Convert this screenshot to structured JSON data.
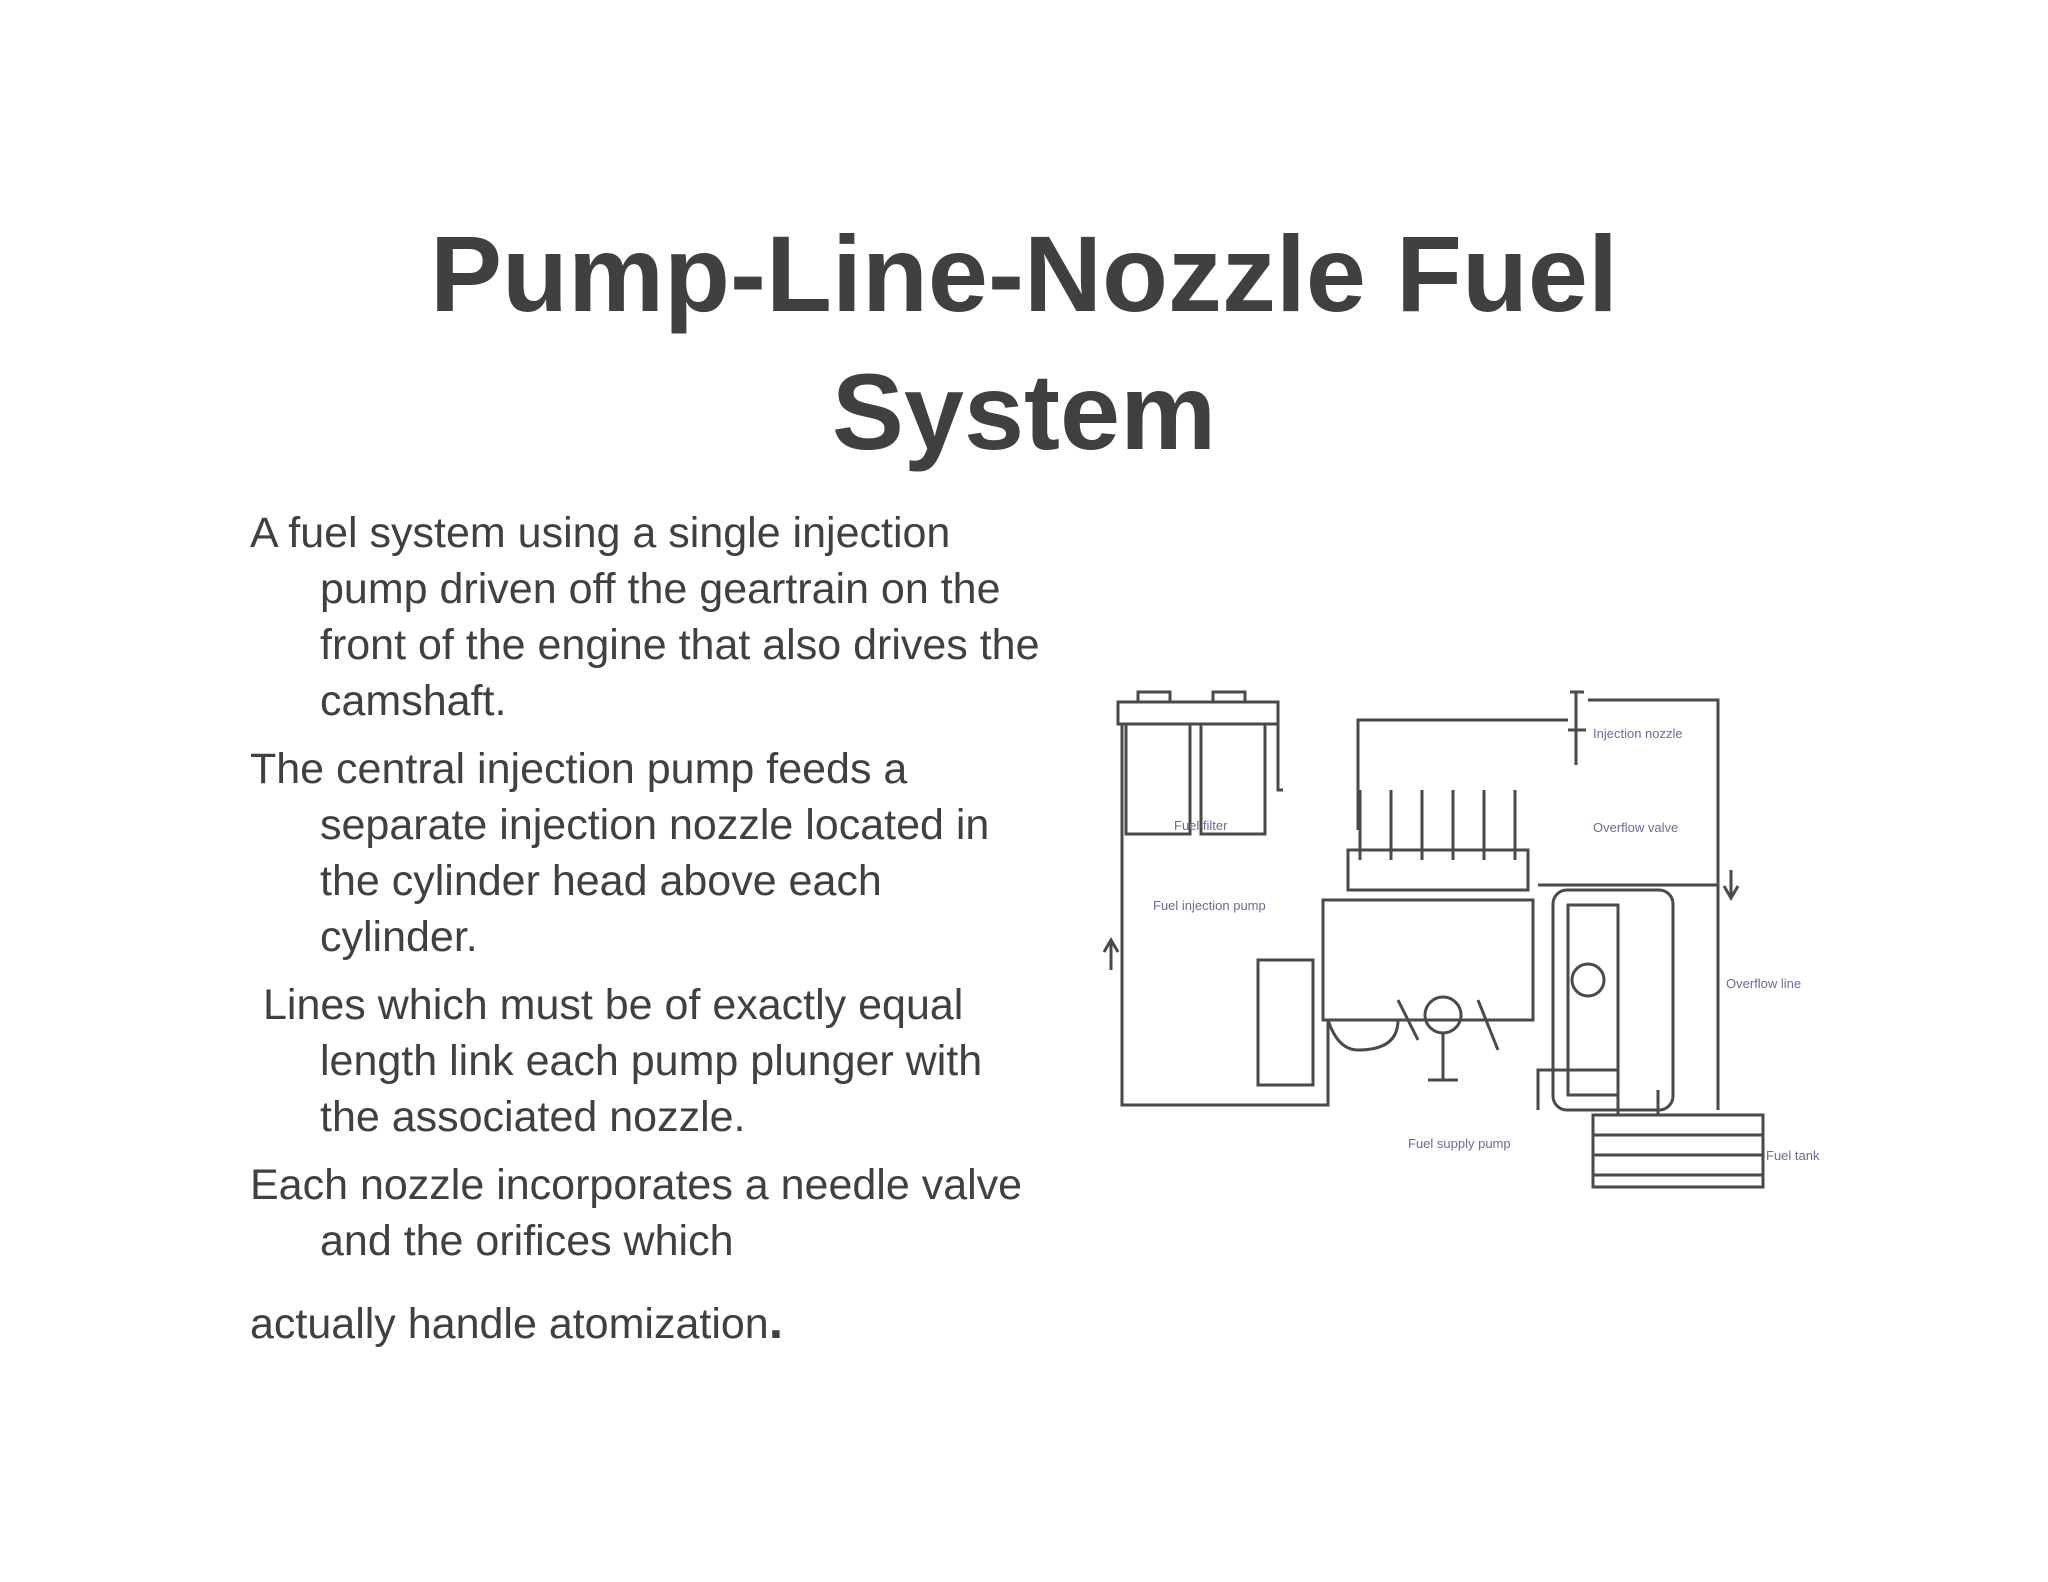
{
  "slide": {
    "title_line1": "Pump-Line-Nozzle Fuel",
    "title_line2": "System",
    "paragraphs": [
      "A fuel system using a single injection pump driven off the geartrain on the front of the engine that also drives the camshaft.",
      "The central injection pump feeds a separate injection nozzle located in the cylinder head above each cylinder.",
      "Lines which must be of exactly equal length link each pump plunger with the associated nozzle.",
      "Each nozzle incorporates a needle valve and the orifices which"
    ],
    "last_line": "actually handle atomization",
    "last_period": "."
  },
  "diagram": {
    "labels": {
      "fuel_filter": "Fuel filter",
      "fuel_injection_pump": "Fuel injection pump",
      "injection_nozzle": "Injection nozzle",
      "overflow_valve": "Overflow valve",
      "overflow_line": "Overflow line",
      "fuel_supply_pump": "Fuel supply pump",
      "fuel_tank": "Fuel tank"
    }
  }
}
